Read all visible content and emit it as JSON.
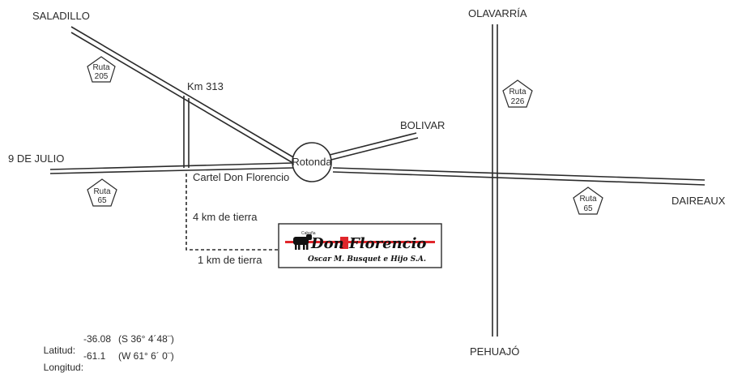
{
  "places": {
    "saladillo": "SALADILLO",
    "olavarria": "OLAVARRÍA",
    "bolivar": "BOLIVAR",
    "nueve_de_julio": "9 DE JULIO",
    "daireaux": "DAIREAUX",
    "pehuajo": "PEHUAJÓ"
  },
  "labels": {
    "km313": "Km 313",
    "rotonda": "Rotonda",
    "cartel": "Cartel Don Florencio",
    "tierra_4km": "4 km de tierra",
    "tierra_1km": "1 km de tierra"
  },
  "shields": {
    "ruta205": {
      "line1": "Ruta",
      "line2": "205"
    },
    "ruta226": {
      "line1": "Ruta",
      "line2": "226"
    },
    "ruta65_west": {
      "line1": "Ruta",
      "line2": "65"
    },
    "ruta65_east": {
      "line1": "Ruta",
      "line2": "65"
    }
  },
  "logo": {
    "small": "Cabaña",
    "brand": "Don Florencio",
    "tagline": "Oscar M. Busquet e Hijo S.A.",
    "accent_color": "#e0262b"
  },
  "coords": {
    "lat_label": "Latitud:",
    "lat_value": "-36.08",
    "lat_dms": "(S 36° 4´48¨)",
    "lon_label": "Longitud:",
    "lon_value": "-61.1",
    "lon_dms": "(W 61° 6´ 0¨)"
  }
}
